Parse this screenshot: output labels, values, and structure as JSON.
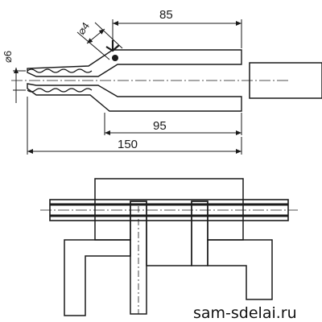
{
  "dimensions": {
    "top_length": "85",
    "bottom_length": "95",
    "overall_length": "150",
    "small_diameter": "⌀6",
    "hole_diameter": "⌀4"
  },
  "watermark": "sam-sdelai.ru",
  "colors": {
    "ink": "#1a1a1a",
    "paper": "#ffffff"
  }
}
